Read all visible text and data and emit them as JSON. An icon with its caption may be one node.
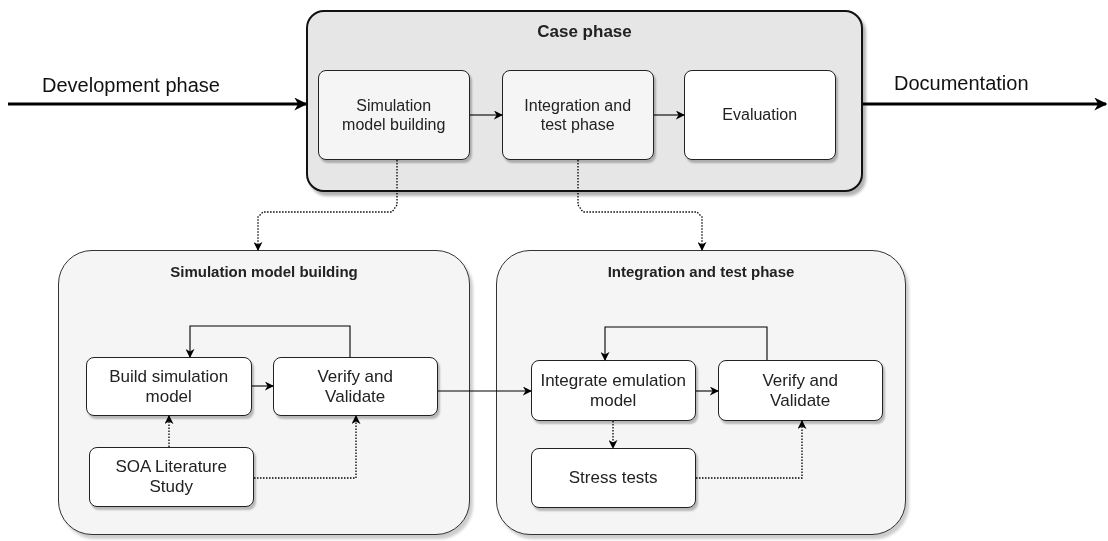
{
  "diagram": {
    "nodes": [
      {
        "text": [
          "Case phase"
        ]
      },
      {
        "text": [
          "Simulation model building"
        ],
        "in": 0
      },
      {
        "text": [
          "Integration and test phase"
        ],
        "in": 0
      },
      {
        "text": [
          "Evaluation"
        ],
        "in": 0
      },
      {
        "text": [
          "Simulation model building"
        ]
      },
      {
        "text": [
          "Build simulation model"
        ],
        "in": 4
      },
      {
        "text": [
          "Verify and Validate"
        ],
        "in": 4
      },
      {
        "text": [
          "SOA Literature Study"
        ],
        "in": 4
      },
      {
        "text": [
          "Integration and test phase"
        ]
      },
      {
        "text": [
          "Integrate emulation model"
        ],
        "in": 8
      },
      {
        "text": [
          "Verify and Validate"
        ],
        "in": 8
      },
      {
        "text": [
          "Stress tests"
        ],
        "in": 8
      }
    ],
    "edges": [
      {
        "from": null,
        "to": 0,
        "arrow": "to",
        "label": "Development phase",
        "style": "thick"
      },
      {
        "from": 0,
        "to": null,
        "arrow": "to",
        "label": "Documentation",
        "style": "thick"
      },
      {
        "from": 1,
        "to": 2,
        "arrow": "to"
      },
      {
        "from": 2,
        "to": 3,
        "arrow": "to"
      },
      {
        "from": 1,
        "to": 4,
        "arrow": "to",
        "style": "dashed"
      },
      {
        "from": 2,
        "to": 8,
        "arrow": "to",
        "style": "dashed"
      },
      {
        "from": 5,
        "to": 6,
        "arrow": "to"
      },
      {
        "from": 6,
        "to": 5,
        "arrow": "to"
      },
      {
        "from": 7,
        "to": 5,
        "arrow": "to",
        "style": "dashed"
      },
      {
        "from": 7,
        "to": 6,
        "arrow": "to",
        "style": "dashed"
      },
      {
        "from": 6,
        "to": 9,
        "arrow": "to"
      },
      {
        "from": 9,
        "to": 10,
        "arrow": "to"
      },
      {
        "from": 10,
        "to": 9,
        "arrow": "to"
      },
      {
        "from": 9,
        "to": 11,
        "arrow": "to",
        "style": "dashed"
      },
      {
        "from": 11,
        "to": 10,
        "arrow": "to",
        "style": "dashed"
      }
    ]
  }
}
